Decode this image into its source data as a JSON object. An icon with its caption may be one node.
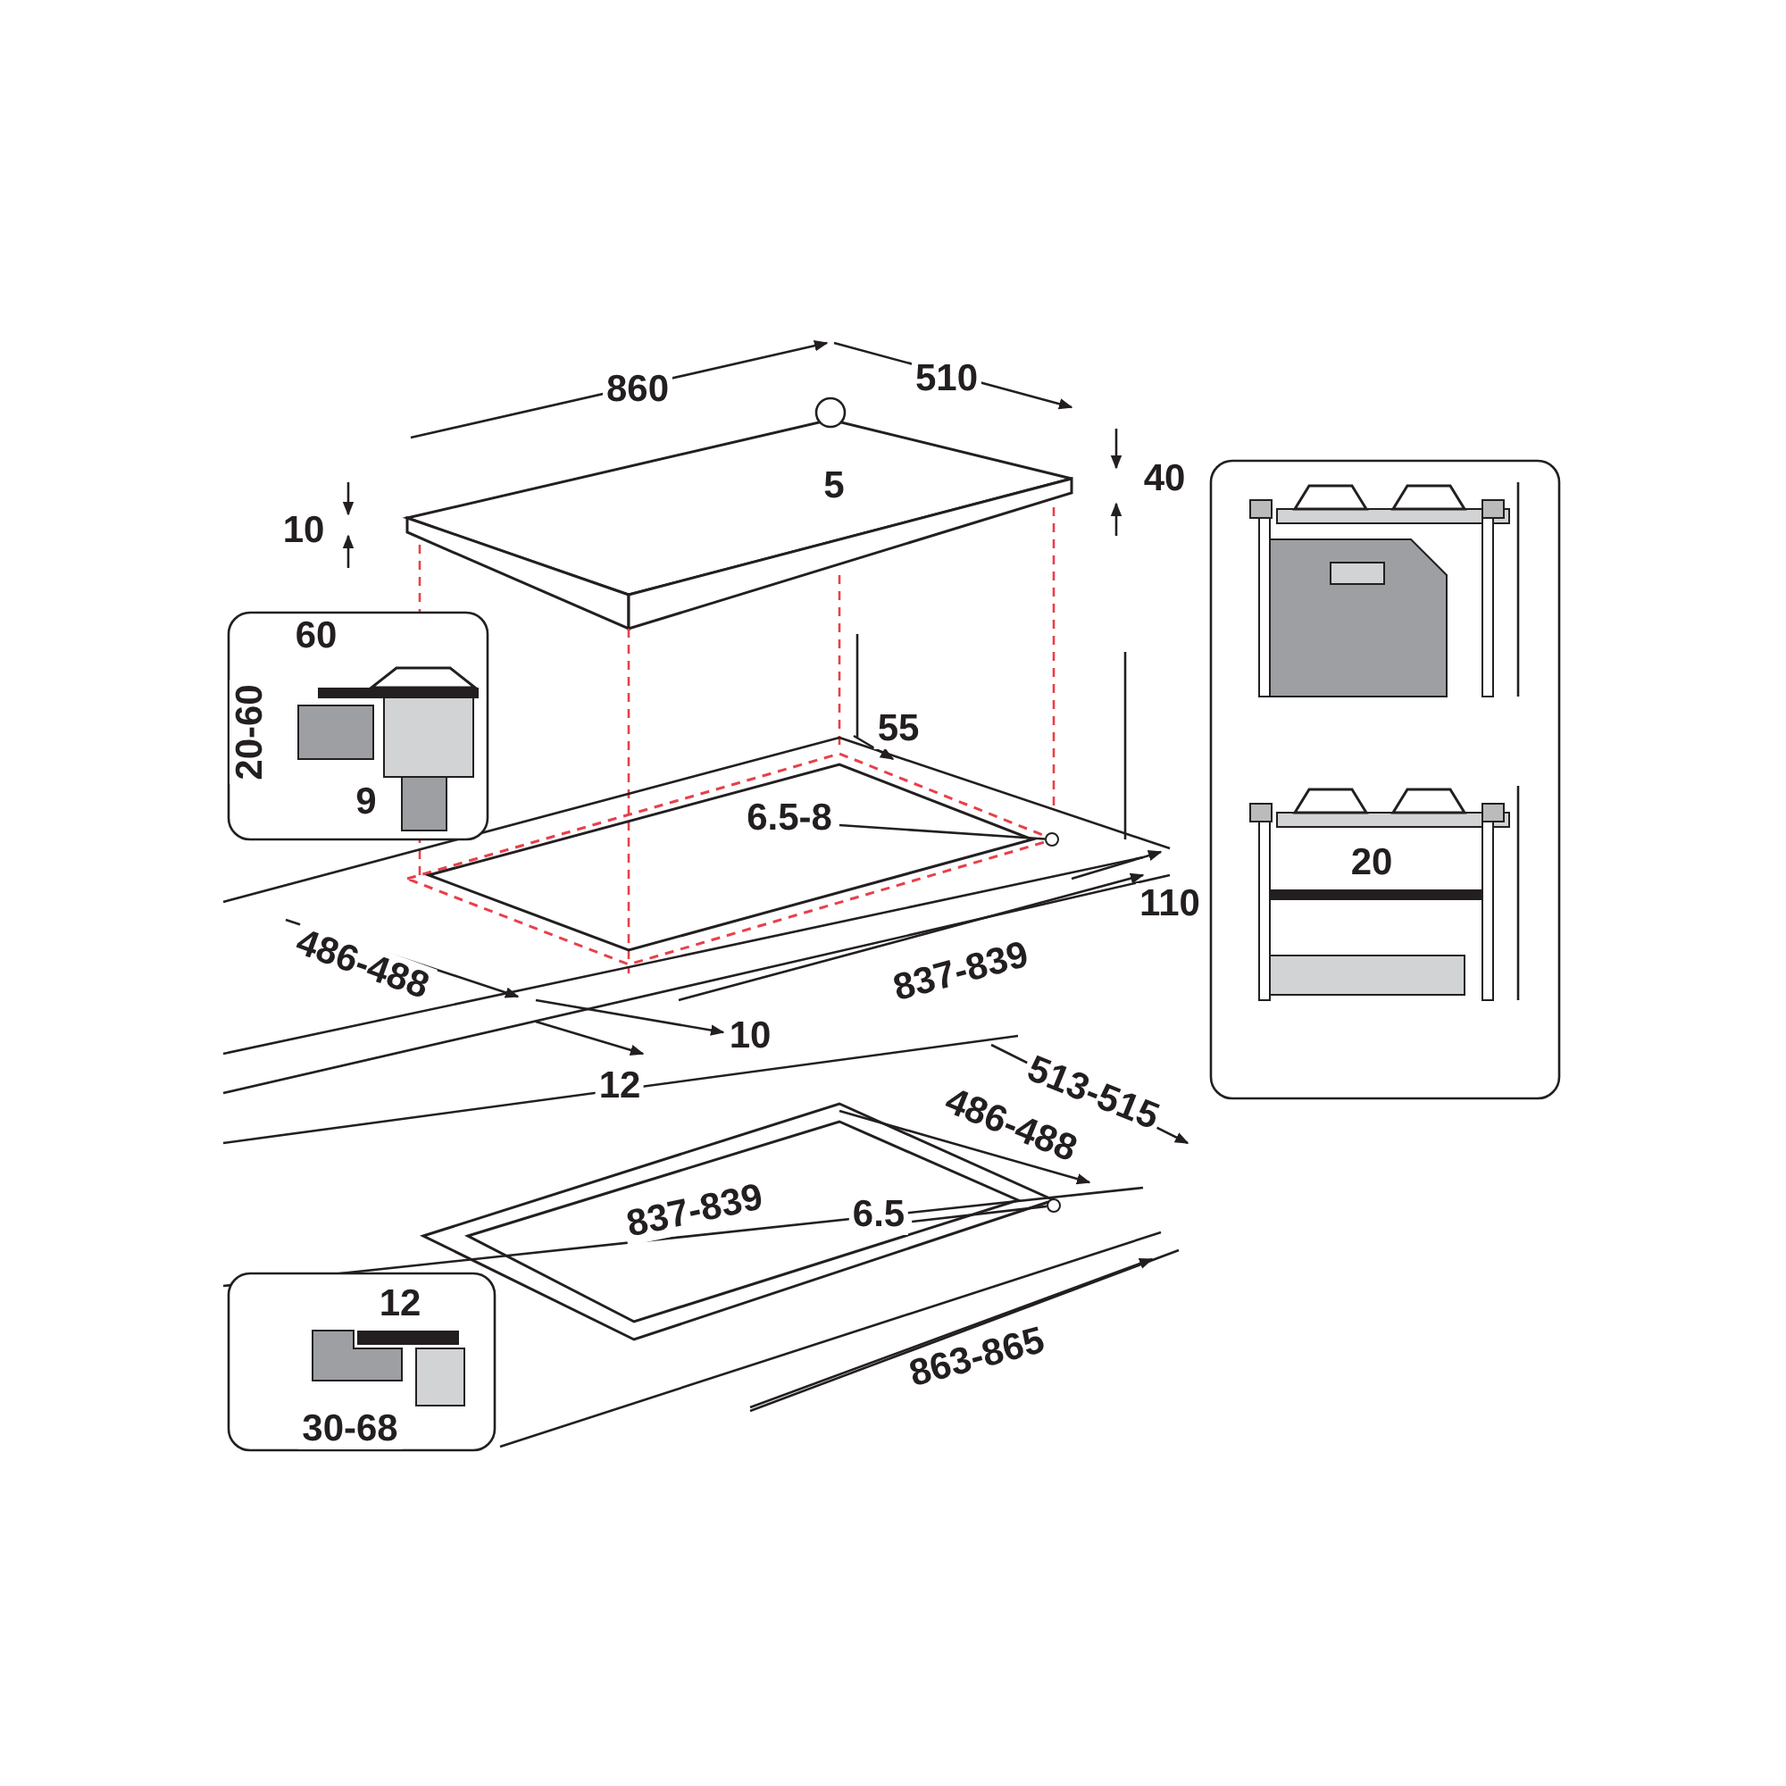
{
  "diagram": {
    "nodes": [
      {
        "text": [
          "6.5-8"
        ]
      },
      {
        "text": [],
        "shape": "circle"
      },
      {
        "text": [
          "6.5"
        ]
      },
      {
        "text": [],
        "shape": "circle"
      }
    ],
    "edges": [
      {
        "from": 0,
        "to": 1,
        "arrow": "none"
      },
      {
        "from": 2,
        "to": 3,
        "arrow": "none"
      }
    ],
    "labels": [
      "860",
      "510",
      "5",
      "10",
      "40",
      "60",
      "20-60",
      "9",
      "55",
      "20",
      "110",
      "486-488",
      "837-839",
      "10",
      "12",
      "513-515",
      "486-488",
      "837-839",
      "12",
      "30-68",
      "863-865"
    ]
  }
}
